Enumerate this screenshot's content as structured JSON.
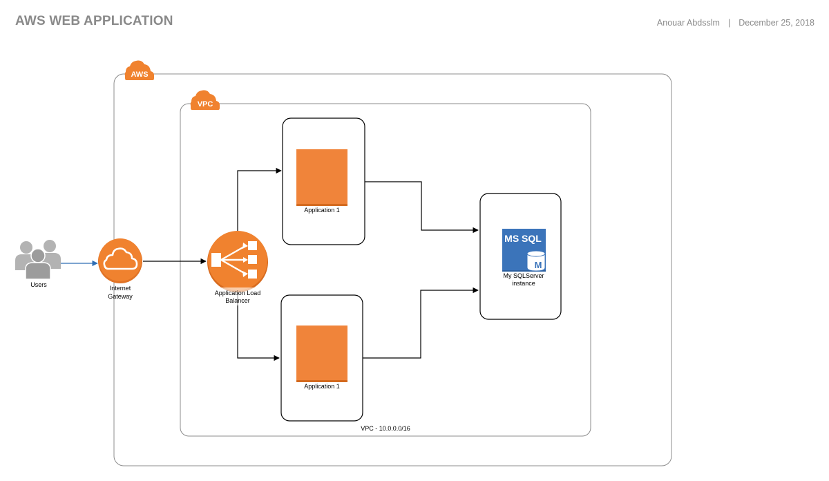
{
  "header": {
    "title": "AWS WEB APPLICATION",
    "author": "Anouar Abdsslm",
    "separator": "|",
    "date": "December 25, 2018"
  },
  "groups": {
    "aws_badge": "AWS",
    "vpc_badge": "VPC",
    "vpc_label": "VPC - 10.0.0.0/16"
  },
  "nodes": {
    "users": "Users",
    "gateway_line1": "Internet",
    "gateway_line2": "Gateway",
    "alb_line1": "Application Load",
    "alb_line2": "Balancer",
    "app1_top": "Application 1",
    "app1_bottom": "Application 1",
    "db_icon_text": "MS SQL",
    "db_icon_letter": "M",
    "db_line1": "My SQLServer",
    "db_line2": "instance"
  },
  "colors": {
    "aws_orange": "#f0822f",
    "ec2_orange": "#f0843a",
    "mssql_blue": "#3b74ba",
    "users_gray": "#a9a9a9",
    "link_blue": "#2f6db3"
  },
  "icons": {
    "users": "users-group-icon",
    "gateway": "cloud-icon",
    "alb": "load-balancer-icon",
    "ec2": "ec2-instance-icon",
    "db": "ms-sql-database-icon"
  }
}
